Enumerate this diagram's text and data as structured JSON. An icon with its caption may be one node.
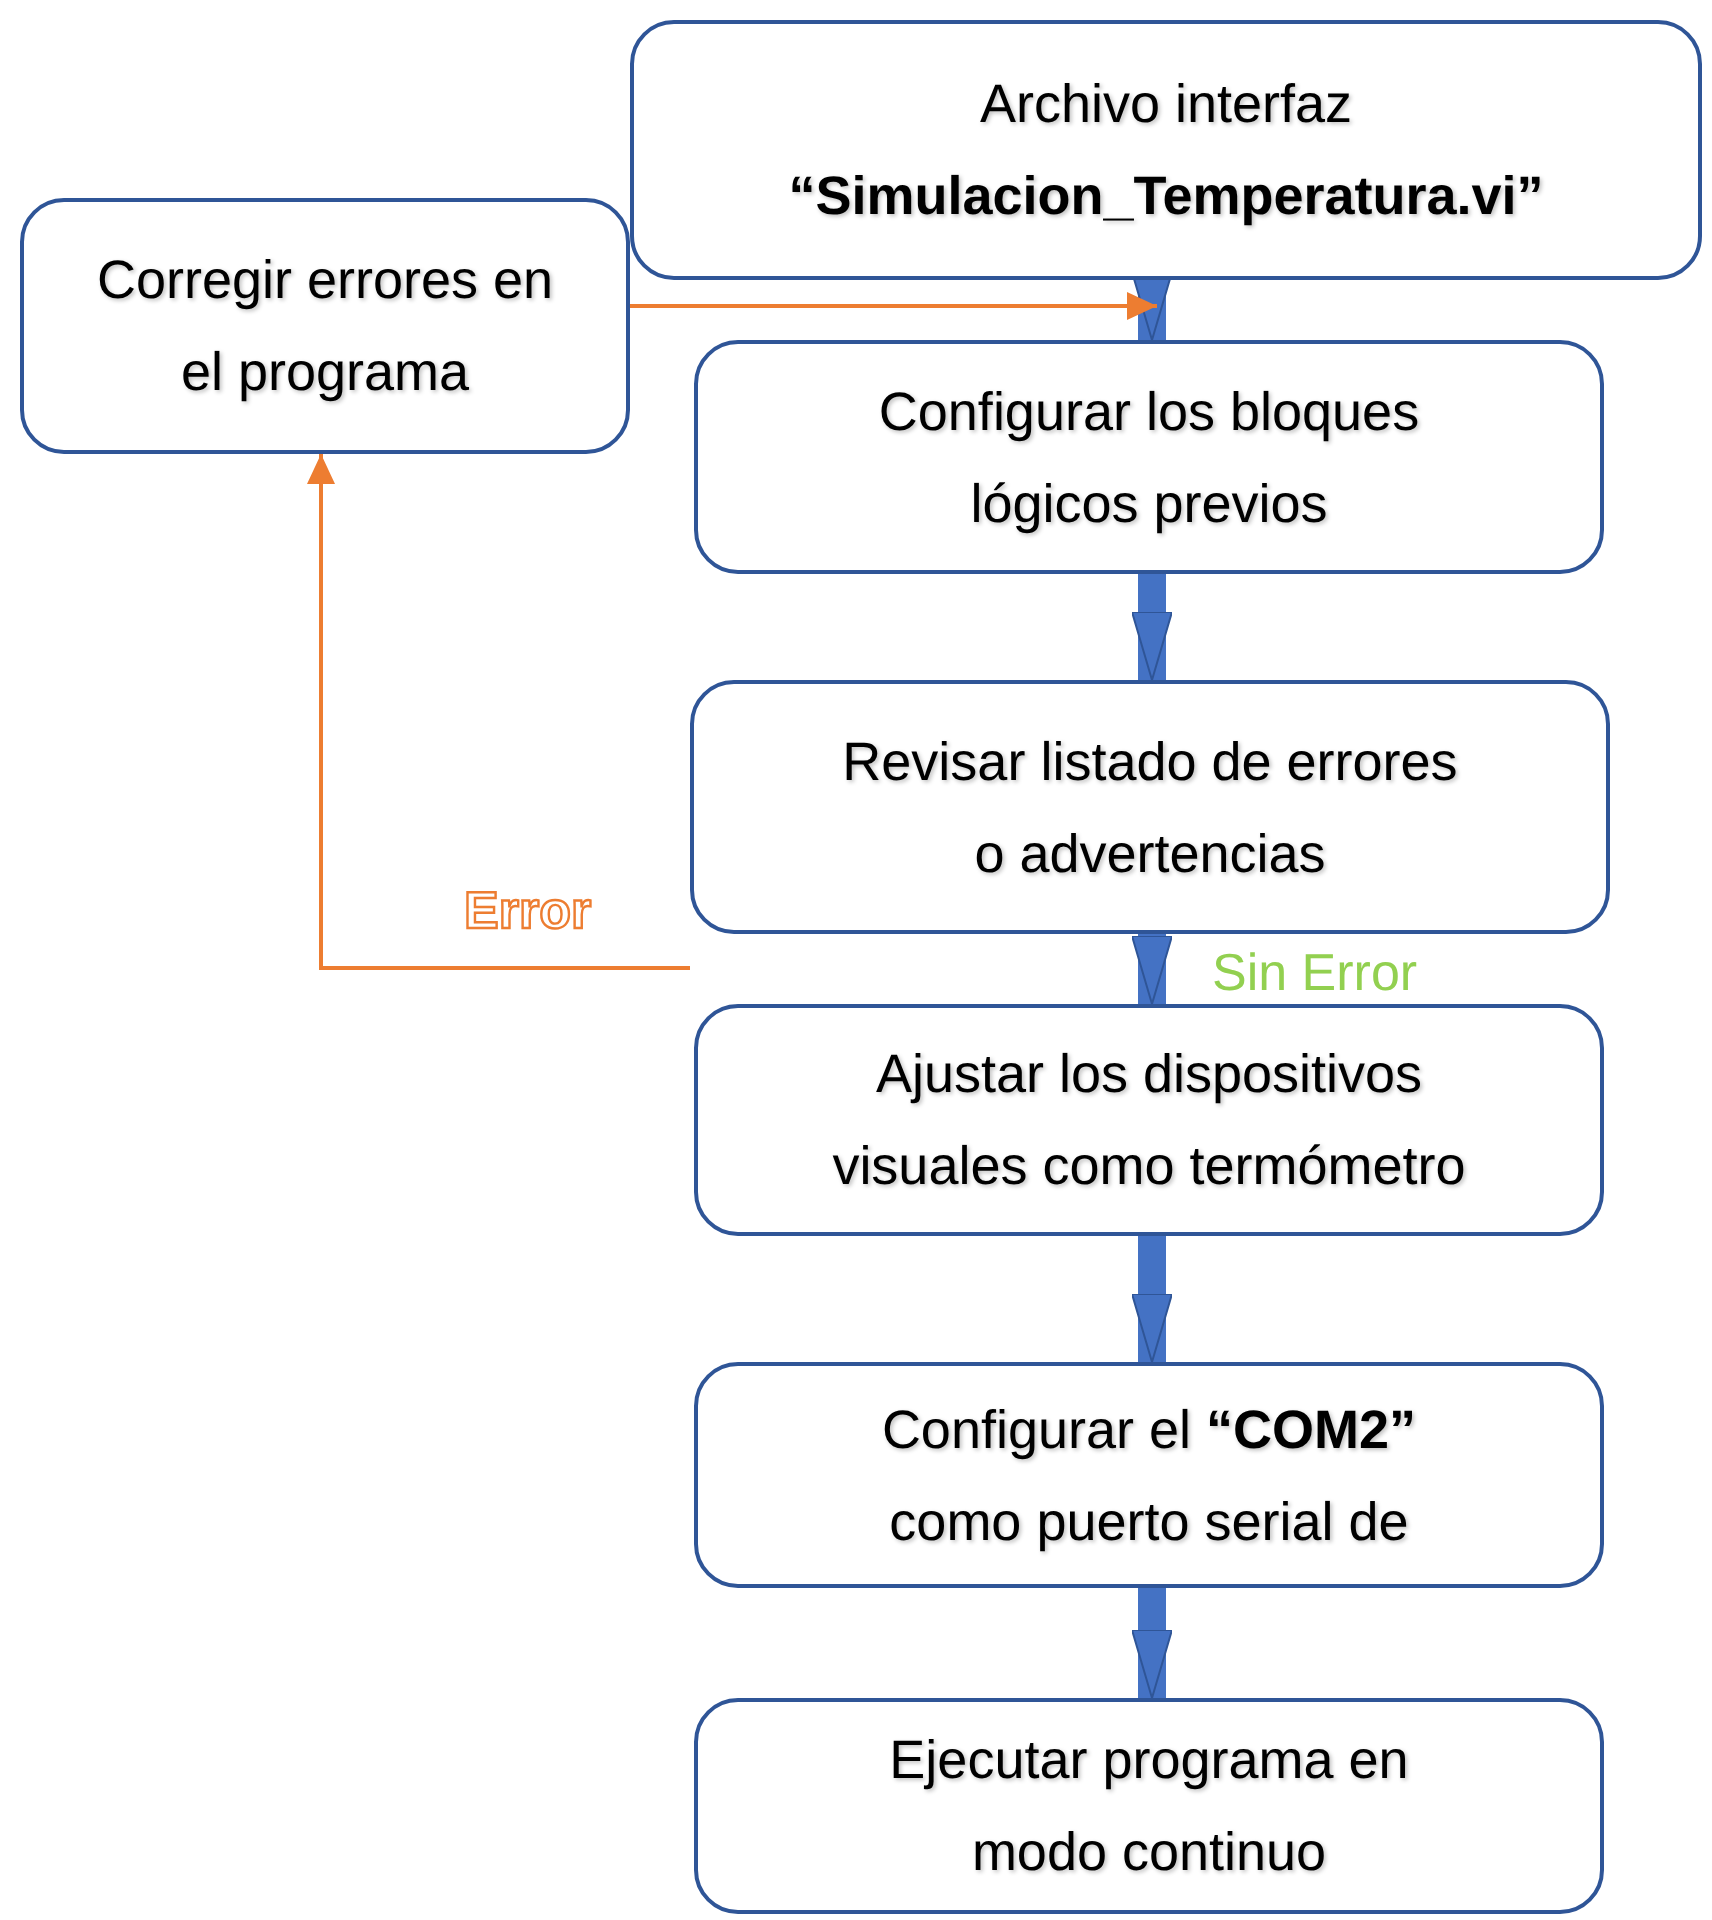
{
  "diagram": {
    "nodes": [
      {
        "text": [
          "Archivo interfaz",
          "“Simulacion_Temperatura.vi”"
        ]
      },
      {
        "text": [
          "Corregir errores en el programa"
        ]
      },
      {
        "text": [
          "Configurar los bloques lógicos previos"
        ]
      },
      {
        "text": [
          "Revisar listado de errores o advertencias"
        ]
      },
      {
        "text": [
          "Ajustar los dispositivos visuales como termómetro"
        ]
      },
      {
        "text": [
          "Configurar el **“COM2”** como puerto serial de"
        ]
      },
      {
        "text": [
          "Ejecutar programa en modo continuo"
        ]
      }
    ],
    "edges": [
      {
        "from": 0,
        "to": 2,
        "arrow": "to"
      },
      {
        "from": 2,
        "to": 3,
        "arrow": "to"
      },
      {
        "from": 3,
        "to": 4,
        "arrow": "to",
        "label": "Sin Error"
      },
      {
        "from": 4,
        "to": 5,
        "arrow": "to"
      },
      {
        "from": 5,
        "to": 6,
        "arrow": "to"
      },
      {
        "from": 3,
        "to": 1,
        "arrow": "to",
        "label": "Error",
        "color": "#ed7d31"
      },
      {
        "from": 1,
        "to": 2,
        "arrow": "to",
        "color": "#ed7d31"
      }
    ]
  }
}
